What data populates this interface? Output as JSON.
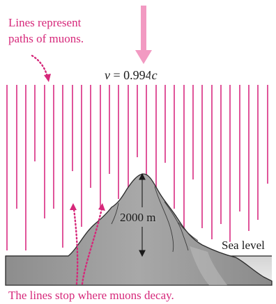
{
  "annotations": {
    "paths_line1": "Lines represent",
    "paths_line2": "paths of muons.",
    "velocity_symbol": "v",
    "velocity_rest": " = 0.994",
    "velocity_c": "c",
    "height": "2000 m",
    "sea_level": "Sea level",
    "decay_note": "The lines stop where muons decay."
  },
  "colors": {
    "muon_path": "#e0559a",
    "arrow": "#f29ac2",
    "annotation": "#d6287a",
    "mountain": "#9a9a9a",
    "sea": "#c9c9c9"
  },
  "icons": {
    "incoming_arrow": "down-arrow-icon",
    "pointer_arrows": "dotted-curved-arrow-icon"
  }
}
